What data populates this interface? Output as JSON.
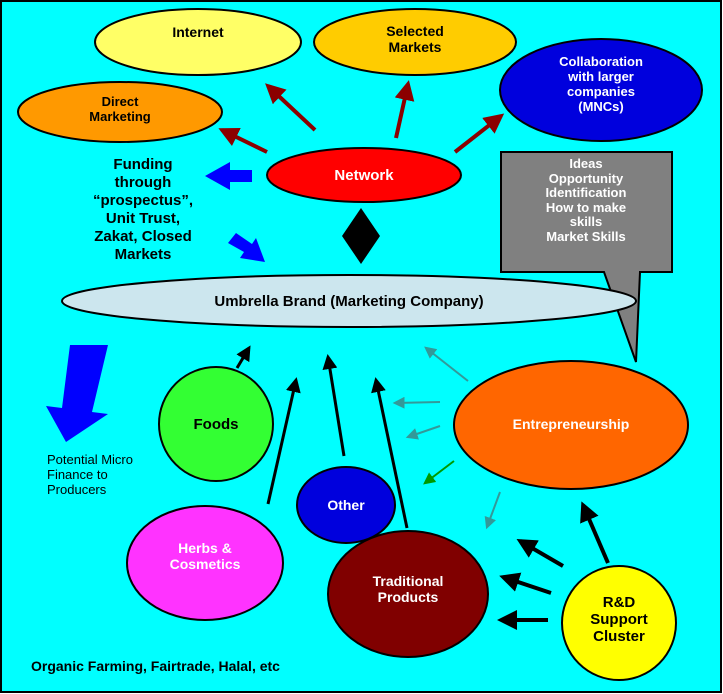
{
  "colors": {
    "background": "#00ffff",
    "border": "#000000",
    "yellow": "#ffff66",
    "gold": "#ffcc00",
    "orange": "#ff9900",
    "blue": "#0000dd",
    "red": "#ff0000",
    "umbrella": "#cce6ee",
    "green": "#33ff33",
    "magenta": "#ff33ff",
    "maroon": "#800000",
    "bright_orange": "#ff6600",
    "callout_gray": "#808080",
    "dark_red_arrow": "#8b0000",
    "blue_arrow": "#0000ff",
    "teal_arrow": "#339999",
    "green_arrow": "#009900"
  },
  "nodes": {
    "internet": "Internet",
    "selected_markets": [
      "Selected",
      "Markets"
    ],
    "collaboration": [
      "Collaboration",
      "with larger",
      "companies",
      "(MNCs)"
    ],
    "direct_marketing": [
      "Direct",
      "Marketing"
    ],
    "network": "Network",
    "funding": [
      "Funding",
      "through",
      "“prospectus”,",
      "Unit Trust,",
      "Zakat, Closed",
      "Markets"
    ],
    "callout": [
      "Ideas",
      "Opportunity",
      "Identification",
      "How to make",
      "skills",
      "Market Skills"
    ],
    "umbrella": "Umbrella Brand (Marketing Company)",
    "micro_finance": [
      "Potential Micro",
      "Finance to",
      "Producers"
    ],
    "foods": "Foods",
    "entrepreneurship": "Entrepreneurship",
    "other": "Other",
    "herbs": [
      "Herbs &",
      "Cosmetics"
    ],
    "traditional": [
      "Traditional",
      "Products"
    ],
    "rnd": [
      "R&D",
      "Support",
      "Cluster"
    ],
    "footer": "Organic Farming, Fairtrade, Halal, etc"
  }
}
